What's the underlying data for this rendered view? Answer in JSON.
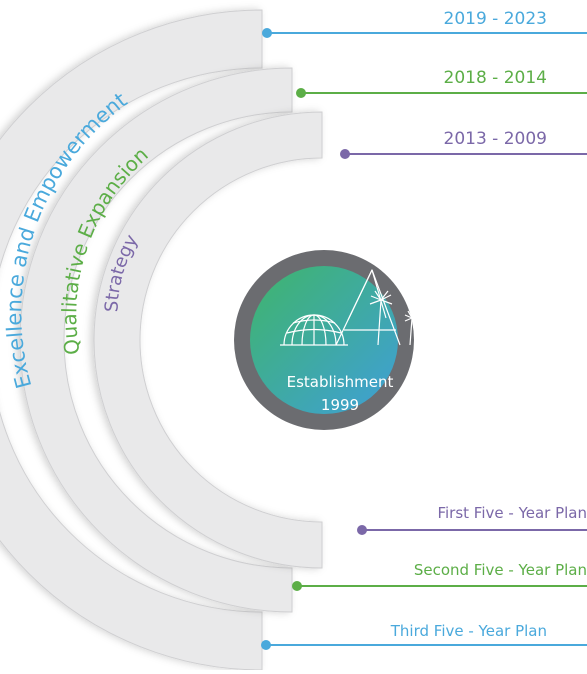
{
  "colors": {
    "blue": "#4aa9dc",
    "green": "#5cae47",
    "purple": "#7b68a8",
    "arc_fill": "#e9e9ea",
    "arc_shade": "#cfcfd1",
    "ring": "#6b6c70",
    "core_start": "#3fb56b",
    "core_end": "#3f9fd8"
  },
  "center": {
    "label": "Establishment",
    "year": "1999",
    "icon": "building-line-art-icon"
  },
  "phases": [
    {
      "arc_label": "Strategy",
      "period": "2013 - 2009",
      "plan": "First Five - Year Plan",
      "color": "purple"
    },
    {
      "arc_label": "Qualitative Expansion",
      "period": "2018 - 2014",
      "plan": "Second Five - Year Plan",
      "color": "green"
    },
    {
      "arc_label": "Excellence and Empowerment",
      "period": "2019 - 2023",
      "plan": "Third Five - Year Plan",
      "color": "blue"
    }
  ]
}
